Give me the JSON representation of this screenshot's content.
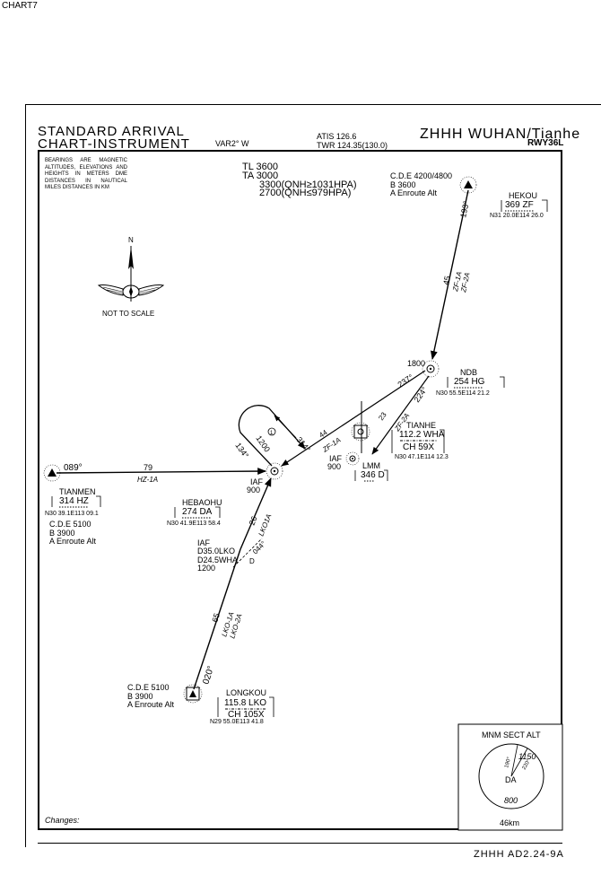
{
  "chart_id": "CHART7",
  "title_line1": "STANDARD ARRIVAL",
  "title_line2": "CHART-INSTRUMENT",
  "variation": "VAR2° W",
  "atis": "ATIS 126.6",
  "twr": "TWR 124.35(130.0)",
  "airport": "ZHHH WUHAN/Tianhe",
  "runway": "RWY36L",
  "notes": "BEARINGS ARE MAGNETIC ALTITUDES, ELEVATIONS AND HEIGHTS IN METERS DME DISTANCES IN NAUTICAL MILES DISTANCES IN KM",
  "transition": {
    "tl": "TL 3600",
    "ta": "TA 3000",
    "ta_high": "3300(QNH≥1031HPA)",
    "ta_low": "2700(QNH≤979HPA)"
  },
  "not_to_scale": "NOT TO SCALE",
  "north": "N",
  "fixes": {
    "hekou_cde": "C.D.E 4200/4800",
    "hekou_b": "B 3600",
    "hekou_a": "A Enroute Alt",
    "hekou_name": "HEKOU",
    "hekou_freq": "369 ZF",
    "hekou_coord": "N31 20.0E114 26.0",
    "hekou_bearing": "193°",
    "ndb_alt": "1800",
    "ndb_name": "NDB",
    "ndb_freq": "254 HG",
    "ndb_coord": "N30 55.5E114 21.2",
    "tianhe_name": "TIANHE",
    "tianhe_freq": "112.2 WHA",
    "tianhe_ch": "CH 59X",
    "tianhe_coord": "N30 47.1E114 12.3",
    "lmm_iaf": "IAF",
    "lmm_alt": "900",
    "lmm_name": "LMM",
    "lmm_freq": "346 D",
    "tianmen_bearing": "089°",
    "tianmen_name": "TIANMEN",
    "tianmen_freq": "314 HZ",
    "tianmen_coord": "N30 39.1E113 09.1",
    "tianmen_cde": "C.D.E 5100",
    "tianmen_b": "B 3900",
    "tianmen_a": "A Enroute Alt",
    "hebaohu_name": "HEBAOHU",
    "hebaohu_freq": "274 DA",
    "hebaohu_coord": "N30 41.9E113 58.4",
    "da_iaf": "IAF",
    "da_alt": "900",
    "lko_iaf": "IAF",
    "lko_d1": "D35.0LKO",
    "lko_d2": "D24.5WHA",
    "lko_alt": "1200",
    "longkou_cde": "C.D.E 5100",
    "longkou_b": "B 3900",
    "longkou_a": "A Enroute Alt",
    "longkou_name": "LONGKOU",
    "longkou_freq": "115.8 LKO",
    "longkou_ch": "CH 105X",
    "longkou_coord": "N29 55.0E113 41.8",
    "longkou_bearing": "020°"
  },
  "routes": {
    "zf_dist": "45",
    "zf1": "ZF-1A",
    "zf2": "ZF-2A",
    "hz_dist": "79",
    "hz": "HZ-1A",
    "lko_dist": "65",
    "lko1": "LKO-1A",
    "lko2": "LKO-2A",
    "lko_dist2": "26",
    "lko_route": "LKO1A",
    "r044": "044°",
    "d_label": "D",
    "trk237": "237°",
    "trk224": "224°",
    "trk23": "23",
    "trk314": "314°",
    "trk44": "44",
    "zf1a_mid": "ZF-1A",
    "zf2a_mid": "ZF-2A",
    "hold_inbound": "134°",
    "hold_alt": "1200",
    "hold_turn": "1"
  },
  "msa": {
    "title": "MNM SECT ALT",
    "alt_high": "1150",
    "bearing1": "190°",
    "bearing2": "220°",
    "center": "DA",
    "alt_low": "800",
    "radius": "46km"
  },
  "changes": "Changes:",
  "doc_id": "ZHHH AD2.24-9A"
}
